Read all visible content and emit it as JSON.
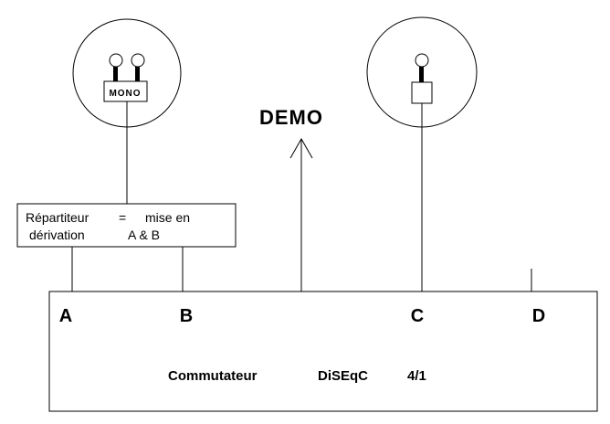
{
  "dishes": [
    {
      "lnb_label": "MONO"
    },
    {
      "lnb_label": ""
    }
  ],
  "splitter": {
    "line1_left": "Répartiteur",
    "line1_eq": "=",
    "line1_right": "mise en",
    "line2_left": "dérivation",
    "line2_right": "A & B"
  },
  "demo_label": "DEMO",
  "switch": {
    "port_a": "A",
    "port_b": "B",
    "port_c": "C",
    "port_d": "D",
    "title": "Commutateur",
    "protocol": "DiSEqC",
    "ratio": "4/1"
  },
  "colors": {
    "line": "#000000",
    "background": "#ffffff"
  }
}
